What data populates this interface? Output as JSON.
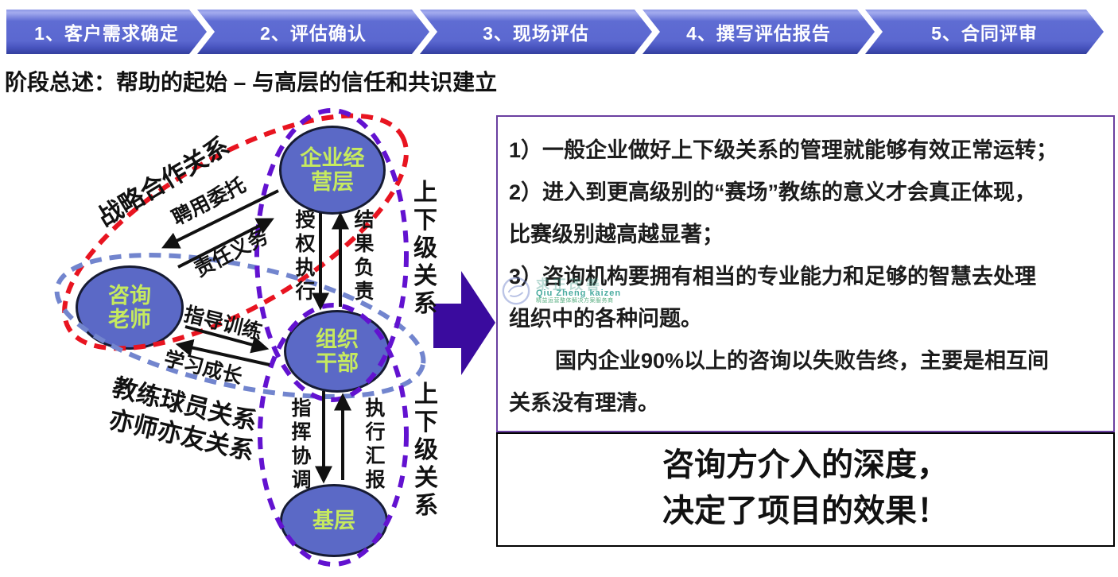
{
  "process_steps": [
    "1、客户需求确定",
    "2、评估确认",
    "3、现场评估",
    "4、撰写评估报告",
    "5、合同评审"
  ],
  "subtitle": "阶段总述：帮助的起始 – 与高层的信任和共识建立",
  "diagram": {
    "nodes": {
      "management": {
        "line1": "企业经",
        "line2": "营层"
      },
      "consultant": {
        "line1": "咨询",
        "line2": "老师"
      },
      "cadre": {
        "line1": "组织",
        "line2": "干部"
      },
      "grassroots": {
        "line1": "基层"
      }
    },
    "edge_labels": {
      "hire": "聘用委托",
      "duty": "责任义务",
      "authorize": "授权执行",
      "result": "结果负责",
      "coach": "指导训练",
      "learn": "学习成长",
      "command": "指挥协调",
      "report": "执行汇报"
    },
    "relation_labels": {
      "strategic": "战略合作关系",
      "coach_player": "教练球员关系",
      "mentor_friend": "亦师亦友关系",
      "hierarchy_upper": "上下级关系",
      "hierarchy_lower": "上下级关系"
    }
  },
  "right_panel": {
    "lines": [
      "1）一般企业做好上下级关系的管理就能够有效正常运转；",
      "2）进入到更高级别的“赛场”教练的意义才会真正体现，",
      "比赛级别越高越显著；",
      "3）咨询机构要拥有相当的专业能力和足够的智慧去处理",
      "组织中的各种问题。",
      "国内企业90%以上的咨询以失败告终，主要是相互间",
      "关系没有理清。"
    ]
  },
  "conclusion": {
    "line1": "咨询方介入的深度，",
    "line2": "决定了项目的效果！"
  },
  "watermark": {
    "brand": "求正改善",
    "brand_en": "Qiu Zheng kaizen",
    "tagline": "精益运营整体解决方案服务商"
  },
  "colors": {
    "step_blue": "#5b68d0",
    "node_fill": "#5b69c6",
    "node_text": "#c6ea5f",
    "red_dash": "#e81420",
    "blue_dash": "#7285ce",
    "purple_dash": "#6212d0",
    "big_arrow": "#3a0b9e",
    "panel_border": "#6a3fa0"
  }
}
